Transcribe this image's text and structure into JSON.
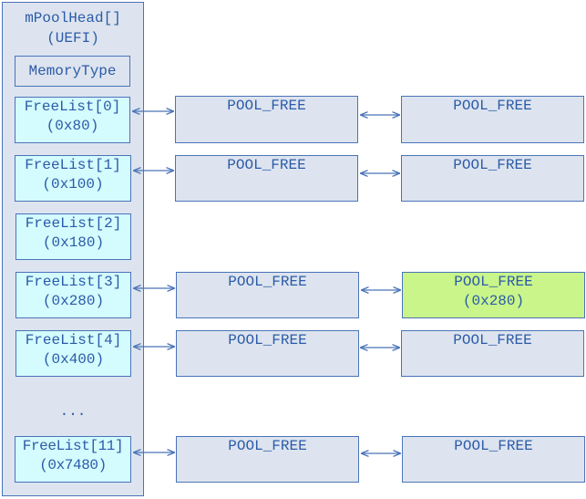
{
  "head": {
    "title_line1": "mPoolHead[]",
    "title_line2": "(UEFI)",
    "memory_type": "MemoryType",
    "ellipsis": "..."
  },
  "free_lists": [
    {
      "name": "FreeList[0]",
      "size": "(0x80)"
    },
    {
      "name": "FreeList[1]",
      "size": "(0x100)"
    },
    {
      "name": "FreeList[2]",
      "size": "(0x180)"
    },
    {
      "name": "FreeList[3]",
      "size": "(0x280)"
    },
    {
      "name": "FreeList[4]",
      "size": "(0x400)"
    },
    {
      "name": "FreeList[11]",
      "size": "(0x7480)"
    }
  ],
  "pool_rows": [
    {
      "first": "POOL_FREE",
      "second": "POOL_FREE"
    },
    {
      "first": "POOL_FREE",
      "second": "POOL_FREE"
    },
    null,
    {
      "first": "POOL_FREE",
      "second": "POOL_FREE",
      "second_size": "(0x280)",
      "second_highlight": true
    },
    {
      "first": "POOL_FREE",
      "second": "POOL_FREE"
    },
    {
      "first": "POOL_FREE",
      "second": "POOL_FREE"
    }
  ],
  "colors": {
    "border": "#4a74b8",
    "text": "#2b5ba8",
    "head_fill": "#dde4ef",
    "freelist_fill": "#d4fbfd",
    "highlight_fill": "#c9f58a"
  }
}
